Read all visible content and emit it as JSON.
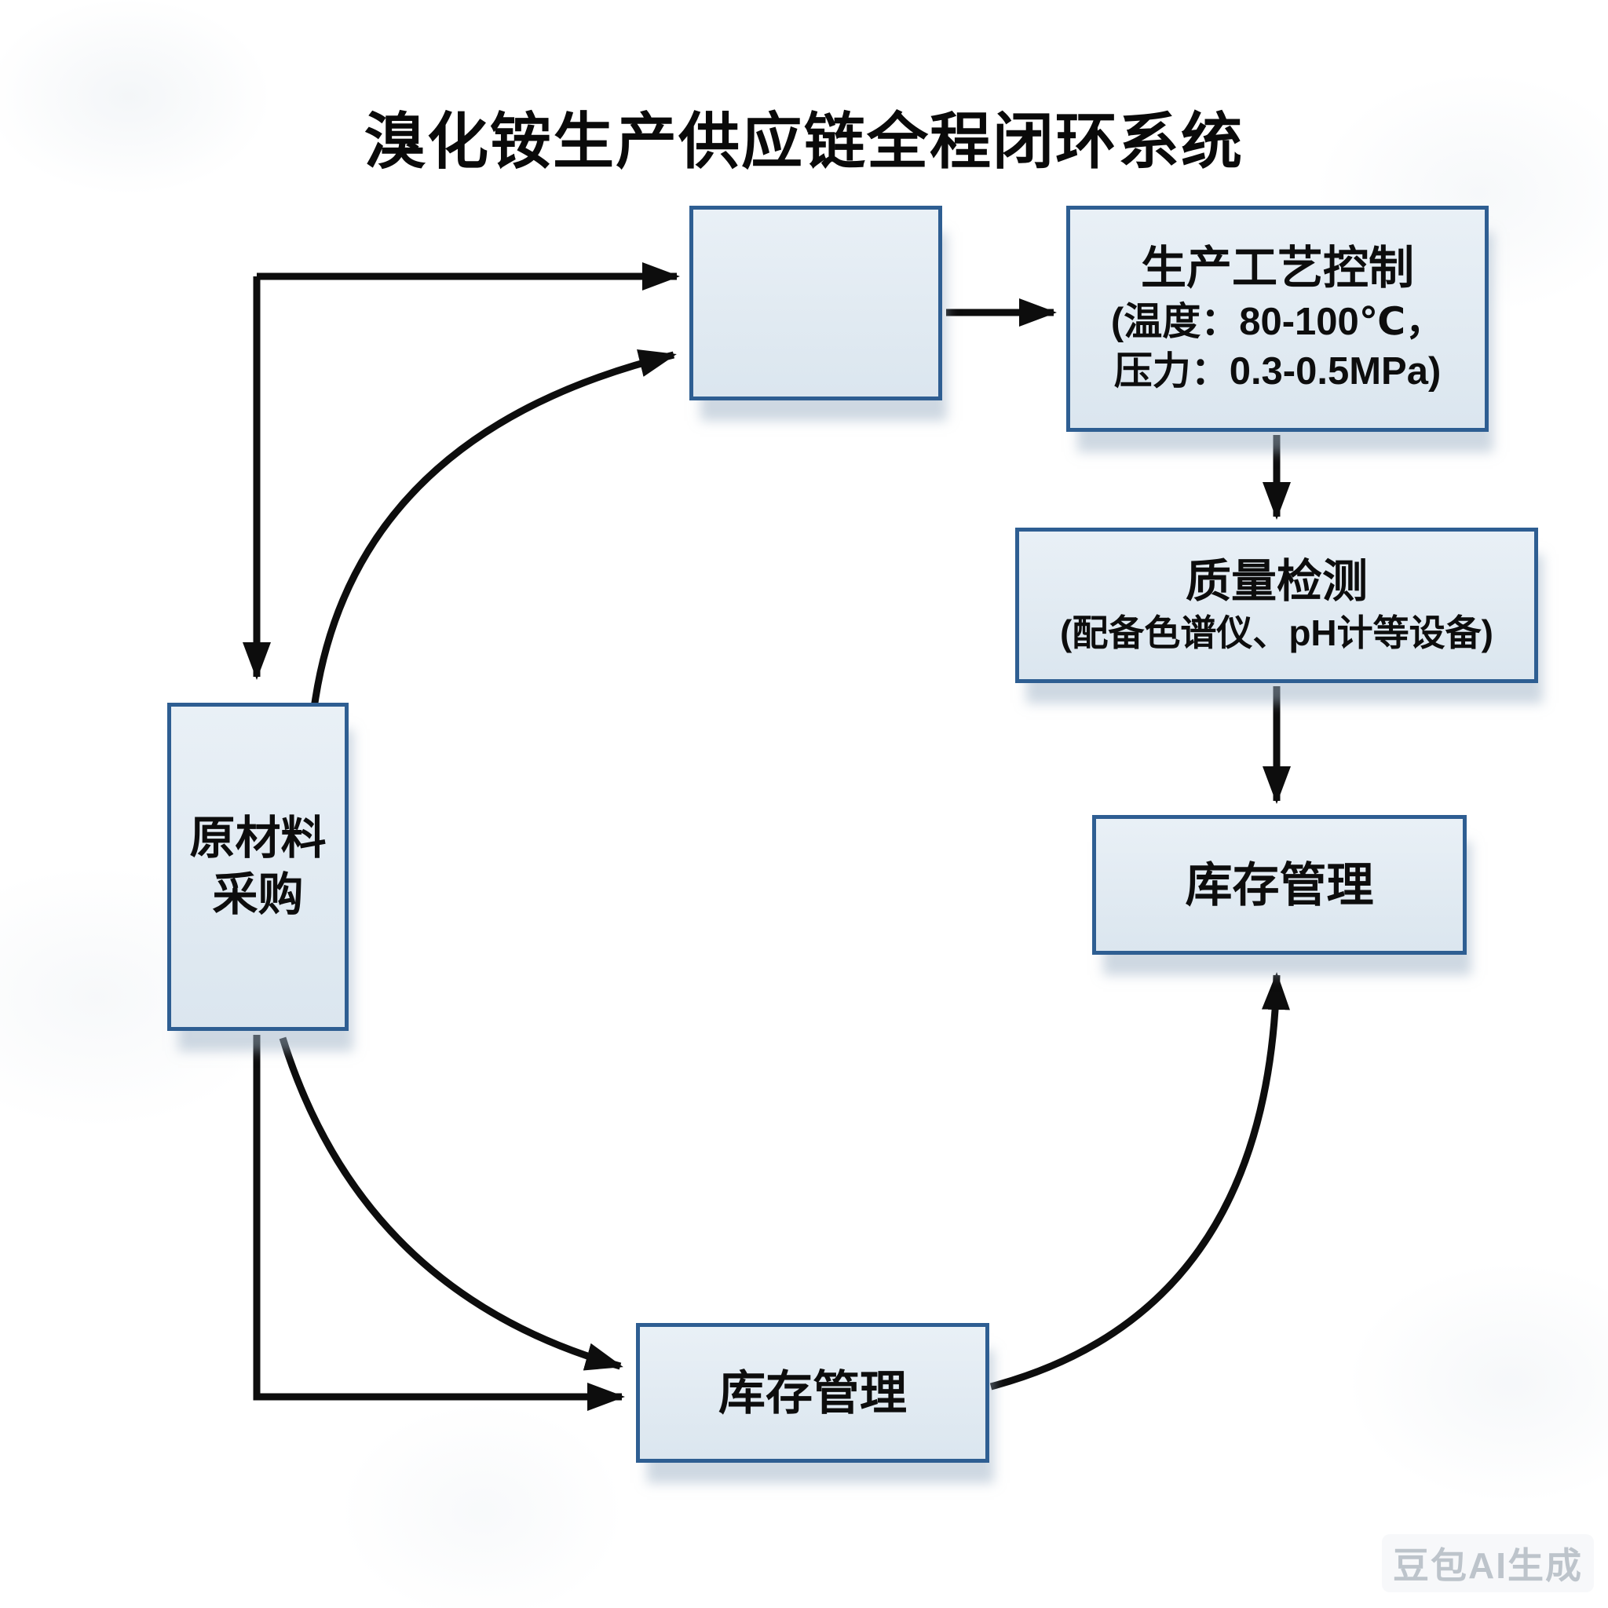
{
  "title": "溴化铵生产供应链全程闭环系统",
  "nodes": {
    "production": {
      "label": ""
    },
    "process_control": {
      "line1": "生产工艺控制",
      "line2": "(温度：80-100℃，",
      "line3": "压力：0.3-0.5MPa)"
    },
    "quality_check": {
      "line1": "质量检测",
      "line2": "(配备色谱仪、pH计等设备)"
    },
    "inventory_right": {
      "label": "库存管理"
    },
    "raw_material": {
      "line1": "原材料",
      "line2": "采购"
    },
    "inventory_bottom": {
      "label": "库存管理"
    }
  },
  "colors": {
    "box_fill": "#dfe9f1",
    "box_border": "#2e5e92",
    "arrow": "#0d0d0d",
    "shadow": "#9eb2c6"
  },
  "watermark": "豆包AI生成"
}
